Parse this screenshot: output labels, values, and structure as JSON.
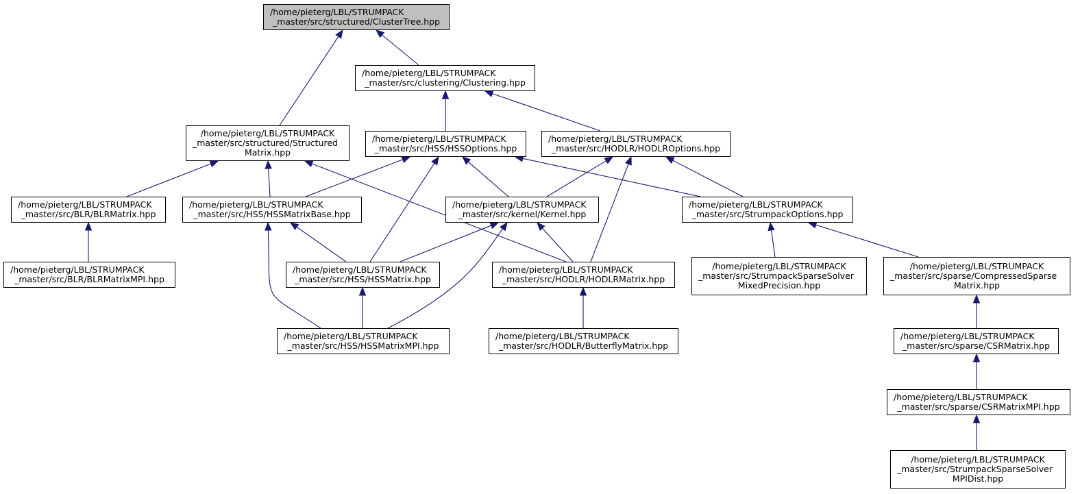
{
  "colors": {
    "edge": "#191970",
    "root_fill": "#bfbfbf",
    "node_fill": "#ffffff",
    "border": "#000000"
  },
  "nodes": [
    {
      "id": "clustertree",
      "lines": [
        "/home/pieterg/LBL/STRUMPACK",
        "_master/src/structured/ClusterTree.hpp"
      ],
      "root": true
    },
    {
      "id": "clustering",
      "lines": [
        "/home/pieterg/LBL/STRUMPACK",
        "_master/src/clustering/Clustering.hpp"
      ]
    },
    {
      "id": "structuredmatrix",
      "lines": [
        "/home/pieterg/LBL/STRUMPACK",
        "_master/src/structured/Structured",
        "Matrix.hpp"
      ]
    },
    {
      "id": "hssoptions",
      "lines": [
        "/home/pieterg/LBL/STRUMPACK",
        "_master/src/HSS/HSSOptions.hpp"
      ]
    },
    {
      "id": "hodlroptions",
      "lines": [
        "/home/pieterg/LBL/STRUMPACK",
        "_master/src/HODLR/HODLROptions.hpp"
      ]
    },
    {
      "id": "blrmatrix",
      "lines": [
        "/home/pieterg/LBL/STRUMPACK",
        "_master/src/BLR/BLRMatrix.hpp"
      ]
    },
    {
      "id": "hssmatrixbase",
      "lines": [
        "/home/pieterg/LBL/STRUMPACK",
        "_master/src/HSS/HSSMatrixBase.hpp"
      ]
    },
    {
      "id": "kernel",
      "lines": [
        "/home/pieterg/LBL/STRUMPACK",
        "_master/src/kernel/Kernel.hpp"
      ]
    },
    {
      "id": "strumpackoptions",
      "lines": [
        "/home/pieterg/LBL/STRUMPACK",
        "_master/src/StrumpackOptions.hpp"
      ]
    },
    {
      "id": "blrmatrixmpi",
      "lines": [
        "/home/pieterg/LBL/STRUMPACK",
        "_master/src/BLR/BLRMatrixMPI.hpp"
      ]
    },
    {
      "id": "hssmatrix",
      "lines": [
        "/home/pieterg/LBL/STRUMPACK",
        "_master/src/HSS/HSSMatrix.hpp"
      ]
    },
    {
      "id": "hodlrmatrix",
      "lines": [
        "/home/pieterg/LBL/STRUMPACK",
        "_master/src/HODLR/HODLRMatrix.hpp"
      ]
    },
    {
      "id": "mixedprecision",
      "lines": [
        "/home/pieterg/LBL/STRUMPACK",
        "_master/src/StrumpackSparseSolver",
        "MixedPrecision.hpp"
      ]
    },
    {
      "id": "compressedsparse",
      "lines": [
        "/home/pieterg/LBL/STRUMPACK",
        "_master/src/sparse/CompressedSparse",
        "Matrix.hpp"
      ]
    },
    {
      "id": "hssmatrixmpi",
      "lines": [
        "/home/pieterg/LBL/STRUMPACK",
        "_master/src/HSS/HSSMatrixMPI.hpp"
      ]
    },
    {
      "id": "butterflymatrix",
      "lines": [
        "/home/pieterg/LBL/STRUMPACK",
        "_master/src/HODLR/ButterflyMatrix.hpp"
      ]
    },
    {
      "id": "csrmatrix",
      "lines": [
        "/home/pieterg/LBL/STRUMPACK",
        "_master/src/sparse/CSRMatrix.hpp"
      ]
    },
    {
      "id": "csrmatrixmpi",
      "lines": [
        "/home/pieterg/LBL/STRUMPACK",
        "_master/src/sparse/CSRMatrixMPI.hpp"
      ]
    },
    {
      "id": "mpidist",
      "lines": [
        "/home/pieterg/LBL/STRUMPACK",
        "_master/src/StrumpackSparseSolver",
        "MPIDist.hpp"
      ]
    }
  ],
  "edges": [
    {
      "from": "clustering",
      "to": "clustertree"
    },
    {
      "from": "structuredmatrix",
      "to": "clustertree"
    },
    {
      "from": "hssoptions",
      "to": "clustering"
    },
    {
      "from": "hodlroptions",
      "to": "clustering"
    },
    {
      "from": "blrmatrix",
      "to": "structuredmatrix"
    },
    {
      "from": "hssmatrixbase",
      "to": "structuredmatrix"
    },
    {
      "from": "hodlrmatrix",
      "to": "structuredmatrix"
    },
    {
      "from": "hssmatrixbase",
      "to": "hssoptions"
    },
    {
      "from": "kernel",
      "to": "hssoptions"
    },
    {
      "from": "hssmatrix",
      "to": "hssoptions"
    },
    {
      "from": "strumpackoptions",
      "to": "hssoptions"
    },
    {
      "from": "kernel",
      "to": "hodlroptions"
    },
    {
      "from": "hodlrmatrix",
      "to": "hodlroptions"
    },
    {
      "from": "strumpackoptions",
      "to": "hodlroptions"
    },
    {
      "from": "blrmatrixmpi",
      "to": "blrmatrix"
    },
    {
      "from": "hssmatrix",
      "to": "hssmatrixbase"
    },
    {
      "from": "hssmatrixmpi",
      "to": "hssmatrixbase"
    },
    {
      "from": "hssmatrix",
      "to": "kernel"
    },
    {
      "from": "hodlrmatrix",
      "to": "kernel"
    },
    {
      "from": "hssmatrixmpi",
      "to": "kernel"
    },
    {
      "from": "hssmatrixmpi",
      "to": "hssmatrix"
    },
    {
      "from": "butterflymatrix",
      "to": "hodlrmatrix"
    },
    {
      "from": "mixedprecision",
      "to": "strumpackoptions"
    },
    {
      "from": "compressedsparse",
      "to": "strumpackoptions"
    },
    {
      "from": "csrmatrix",
      "to": "compressedsparse"
    },
    {
      "from": "csrmatrixmpi",
      "to": "csrmatrix"
    },
    {
      "from": "mpidist",
      "to": "csrmatrixmpi"
    }
  ]
}
